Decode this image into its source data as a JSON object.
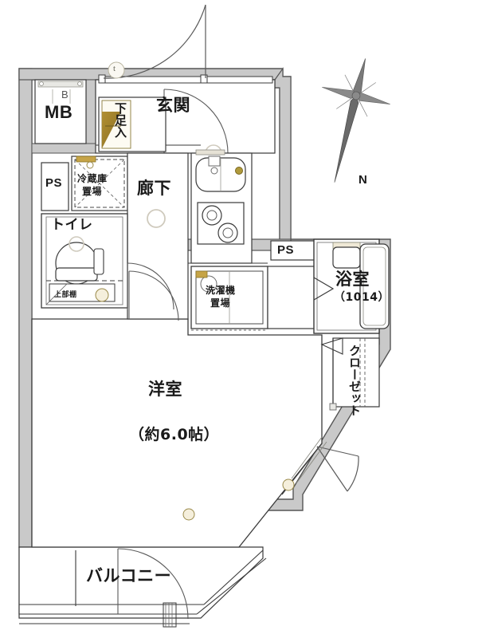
{
  "document": {
    "type": "floor-plan",
    "plan_style": "japanese-apartment-madori",
    "layout_code": "1K",
    "background_color": "#ffffff",
    "wall_fill_color": "#c9c9c9",
    "wall_stroke_color": "#555555",
    "line_color": "#3a3a3a",
    "text_color": "#1a1a1a",
    "fixture_fill_color": "#fefefe",
    "accent_color": "#9a7d2e"
  },
  "rooms": {
    "main_room": {
      "name": "洋室",
      "size": "（約6.0帖）",
      "size_value": 6.0,
      "size_unit": "帖"
    },
    "entrance": {
      "name": "玄関"
    },
    "corridor": {
      "name": "廊下"
    },
    "toilet": {
      "name": "トイレ"
    },
    "bathroom": {
      "name": "浴室",
      "code": "（1014）"
    },
    "balcony": {
      "name": "バルコニー"
    },
    "closet": {
      "name": "クローゼット"
    }
  },
  "fixtures": {
    "meter_box": {
      "label": "MB",
      "sub_label": "B"
    },
    "pipe_shaft_left": {
      "label": "PS"
    },
    "pipe_shaft_right": {
      "label": "PS"
    },
    "refrigerator_space": {
      "line1": "冷蔵庫",
      "line2": "置場"
    },
    "washing_machine_space": {
      "line1": "洗濯機",
      "line2": "置場"
    },
    "shoe_cabinet": {
      "label": "下足入"
    },
    "upper_shelf": {
      "label": "上部棚"
    }
  },
  "compass": {
    "label": "N",
    "rotation_deg": 14
  },
  "markers": {
    "entry_door_tag": "t"
  }
}
